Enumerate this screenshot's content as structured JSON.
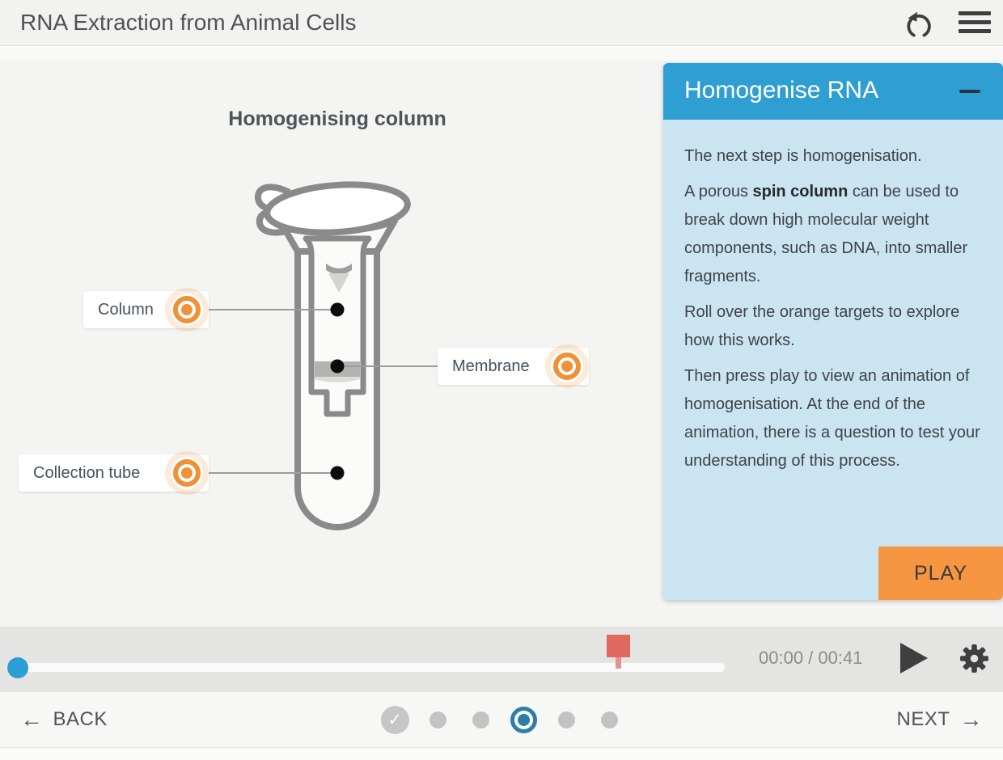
{
  "header": {
    "title": "RNA Extraction from Animal Cells"
  },
  "icons": {
    "reset": "reset-circular-arrow",
    "menu": "hamburger-menu",
    "back_arrow": "←",
    "next_arrow": "→",
    "check": "✓"
  },
  "stage": {
    "diagram_title": "Homogenising column",
    "labels": {
      "column": "Column",
      "membrane": "Membrane",
      "collection_tube": "Collection tube"
    }
  },
  "panel": {
    "title": "Homogenise RNA",
    "paragraphs": [
      {
        "text": "The next step is homogenisation."
      },
      {
        "before_bold": "A porous ",
        "bold": "spin column",
        "after_bold": " can be used to break down high molecular weight components, such as DNA, into smaller fragments."
      },
      {
        "text": "Roll over the orange targets to explore how this works."
      },
      {
        "text": "Then press play to view an animation of homogenisation. At the end of the animation, there is a question to test your understanding of this process."
      }
    ],
    "play_button": "PLAY"
  },
  "timeline": {
    "time_display": "00:00 / 00:41"
  },
  "footer_nav": {
    "back_label": "BACK",
    "next_label": "NEXT",
    "steps": [
      "completed",
      "default",
      "default",
      "active",
      "default",
      "default"
    ]
  },
  "colors": {
    "accent_blue": "#2f9ed2",
    "panel_body_blue": "#cbe4f2",
    "accent_orange": "#ef9134",
    "play_button_orange": "#f79641",
    "marker_red": "#e0695f",
    "active_step_blue": "#2a7ea7",
    "tube_gray": "#8a8a8a"
  }
}
